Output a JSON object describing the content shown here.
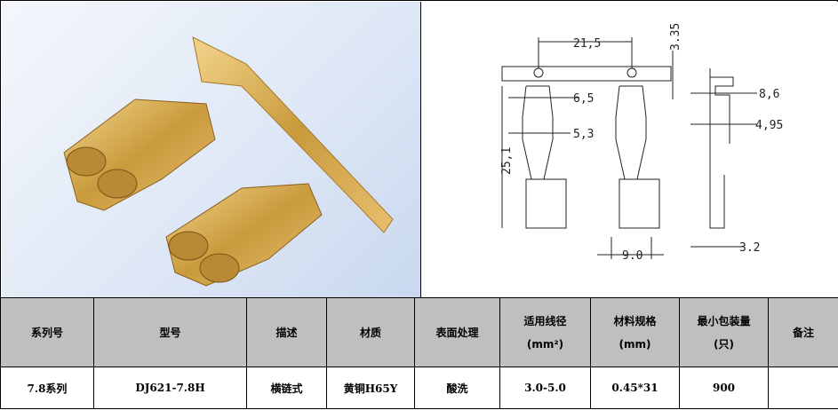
{
  "drawing": {
    "dimensions": {
      "pitch": "21,5",
      "carrier_height": "3.35",
      "top_width": "6,5",
      "crimp_width": "5,3",
      "length": "25,1",
      "width": "9.0",
      "side_height": "8,6",
      "side_mid": "4,95",
      "thickness": "3.2"
    }
  },
  "table": {
    "headers": [
      {
        "line1": "系列号"
      },
      {
        "line1": "型号"
      },
      {
        "line1": "描述"
      },
      {
        "line1": "材质"
      },
      {
        "line1": "表面处理"
      },
      {
        "line1": "适用线径",
        "line2": "(mm²)"
      },
      {
        "line1": "材料规格",
        "line2": "(mm)"
      },
      {
        "line1": "最小包装量",
        "line2": "(只)"
      },
      {
        "line1": "备注"
      }
    ],
    "row": [
      "7.8系列",
      "DJ621-7.8H",
      "横链式",
      "黄铜H65Y",
      "酸洗",
      "3.0-5.0",
      "0.45*31",
      "900",
      ""
    ]
  },
  "colors": {
    "header_bg": "#bfbfbf",
    "brass": "#d4a74a"
  }
}
